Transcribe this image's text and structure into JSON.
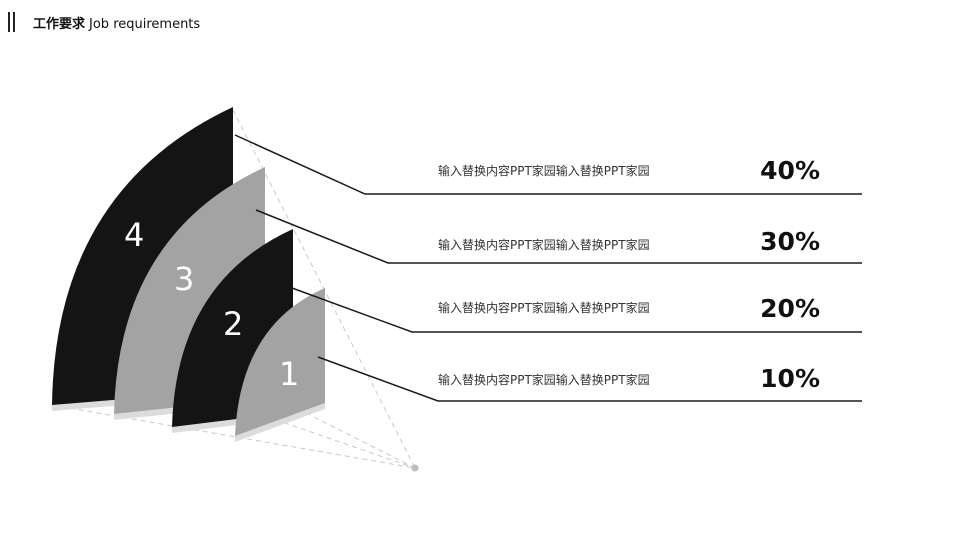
{
  "header": {
    "title_cn": "工作要求",
    "title_en": "Job requirements"
  },
  "levels": [
    {
      "number": "4",
      "text": "输入替换内容PPT家园输入替换PPT家园",
      "percent": "40%"
    },
    {
      "number": "3",
      "text": "输入替换内容PPT家园输入替换PPT家园",
      "percent": "30%"
    },
    {
      "number": "2",
      "text": "输入替换内容PPT家园输入替换PPT家园",
      "percent": "20%"
    },
    {
      "number": "1",
      "text": "输入替换内容PPT家园输入替换PPT家园",
      "percent": "10%"
    }
  ],
  "colors": {
    "dark": "#141414",
    "gray": "#a3a3a3",
    "line": "#1a1a1a",
    "guide": "#c8c8c8"
  }
}
